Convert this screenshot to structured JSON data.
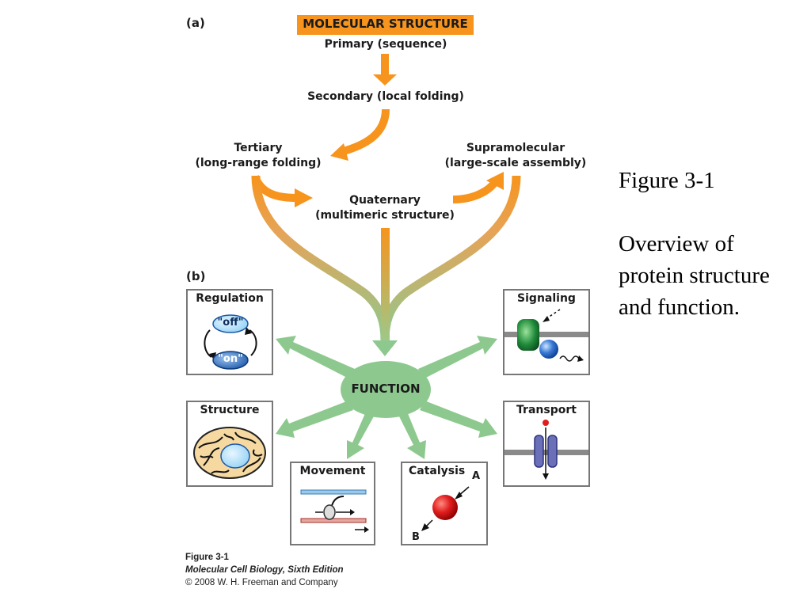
{
  "part_a": {
    "label": "(a)",
    "header": "MOLECULAR STRUCTURE",
    "primary": "Primary (sequence)",
    "secondary": "Secondary (local folding)",
    "tertiary_1": "Tertiary",
    "tertiary_2": "(long-range folding)",
    "quaternary_1": "Quaternary",
    "quaternary_2": "(multimeric structure)",
    "supramolecular_1": "Supramolecular",
    "supramolecular_2": "(large-scale assembly)"
  },
  "part_b": {
    "label": "(b)",
    "function": "FUNCTION",
    "panels": {
      "regulation": {
        "title": "Regulation",
        "off": "\"off\"",
        "on": "\"on\""
      },
      "structure": {
        "title": "Structure"
      },
      "movement": {
        "title": "Movement"
      },
      "catalysis": {
        "title": "Catalysis",
        "a": "A",
        "b": "B"
      },
      "transport": {
        "title": "Transport"
      },
      "signaling": {
        "title": "Signaling"
      }
    }
  },
  "credit": {
    "figure": "Figure 3-1",
    "book": "Molecular Cell Biology, Sixth Edition",
    "copyright": "© 2008 W. H. Freeman and Company"
  },
  "caption": {
    "title": "Figure 3-1",
    "line1": "Overview of",
    "line2": "protein structure",
    "line3": "and function."
  },
  "colors": {
    "orange": "#f7941d",
    "green": "#8dc98e",
    "panel_border": "#777777"
  }
}
